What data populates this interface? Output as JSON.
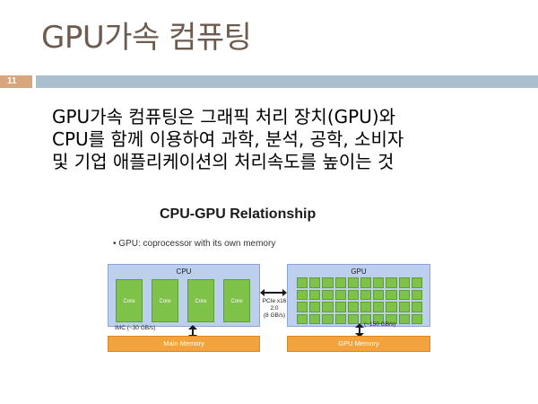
{
  "slide": {
    "title": "GPU가속 컴퓨팅",
    "page_number": "11",
    "body_lines": [
      "GPU가속 컴퓨팅은 그래픽 처리 장치(GPU)와",
      "CPU를 함께 이용하여 과학, 분석, 공학, 소비자",
      "및 기업 애플리케이션의 처리속도를 높이는 것"
    ]
  },
  "figure": {
    "title": "CPU-GPU Relationship",
    "bullet": "• GPU: coprocessor with its own memory",
    "cpu_label": "CPU",
    "gpu_label": "GPU",
    "core_label": "Core",
    "pcie_lines": [
      "PCIe x16",
      "2.0",
      "(8 GB/s)"
    ],
    "imc_label": "IMC (~30 GB/s)",
    "gpu_bw_label": "(~150 GB/s)",
    "main_memory_label": "Main Memory",
    "gpu_memory_label": "GPU Memory"
  },
  "colors": {
    "title": "#6e5b50",
    "page_badge": "#d8a57d",
    "rule": "#a9bfcd",
    "box_fill": "#bcd0ee",
    "core_fill": "#7fc24a",
    "memory_fill": "#f3a33d"
  }
}
